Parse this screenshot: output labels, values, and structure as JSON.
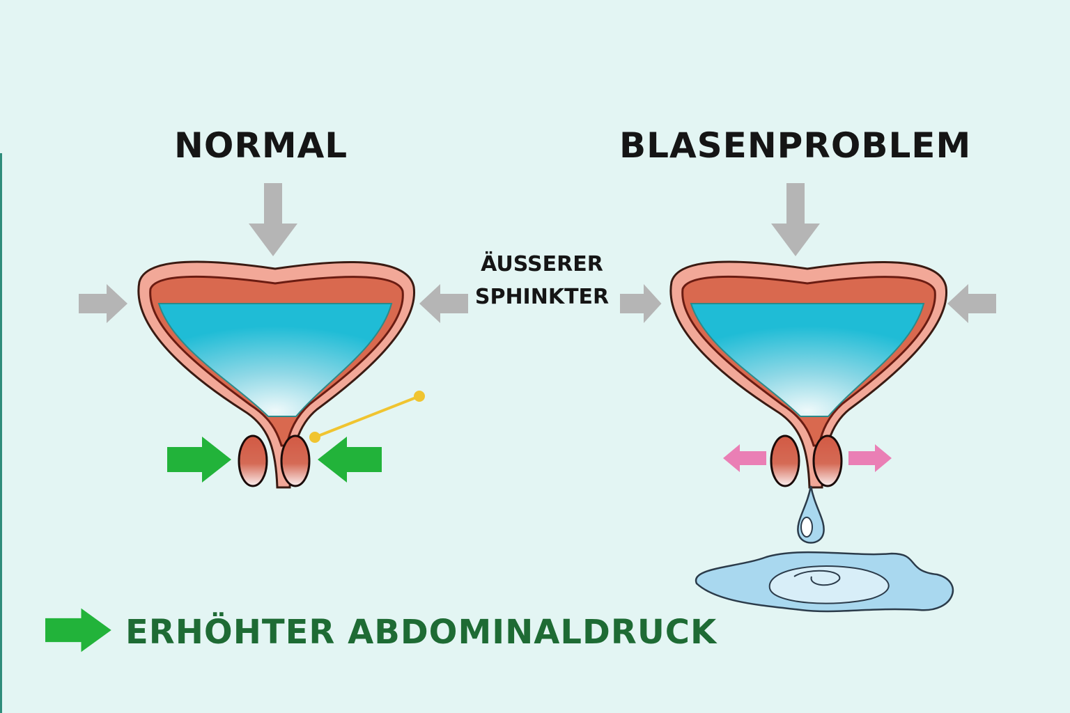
{
  "titles": {
    "normal": "NORMAL",
    "problem": "BLASENPROBLEM"
  },
  "label": {
    "line1": "ÄUSSERER",
    "line2": "SPHINKTER"
  },
  "legend": {
    "text": "ERHÖHTER ABDOMINALDRUCK",
    "icon": "green-arrow-right-icon"
  },
  "colors": {
    "background": "#e3f5f3",
    "green_arrow": "#22b33a",
    "pink_arrow": "#ea7fb5",
    "gray_arrow": "#b5b5b5",
    "water": "#1fbcd6",
    "tissue": "#f2a898",
    "muscle": "#d9694f",
    "legend_text": "#1e6b34"
  }
}
